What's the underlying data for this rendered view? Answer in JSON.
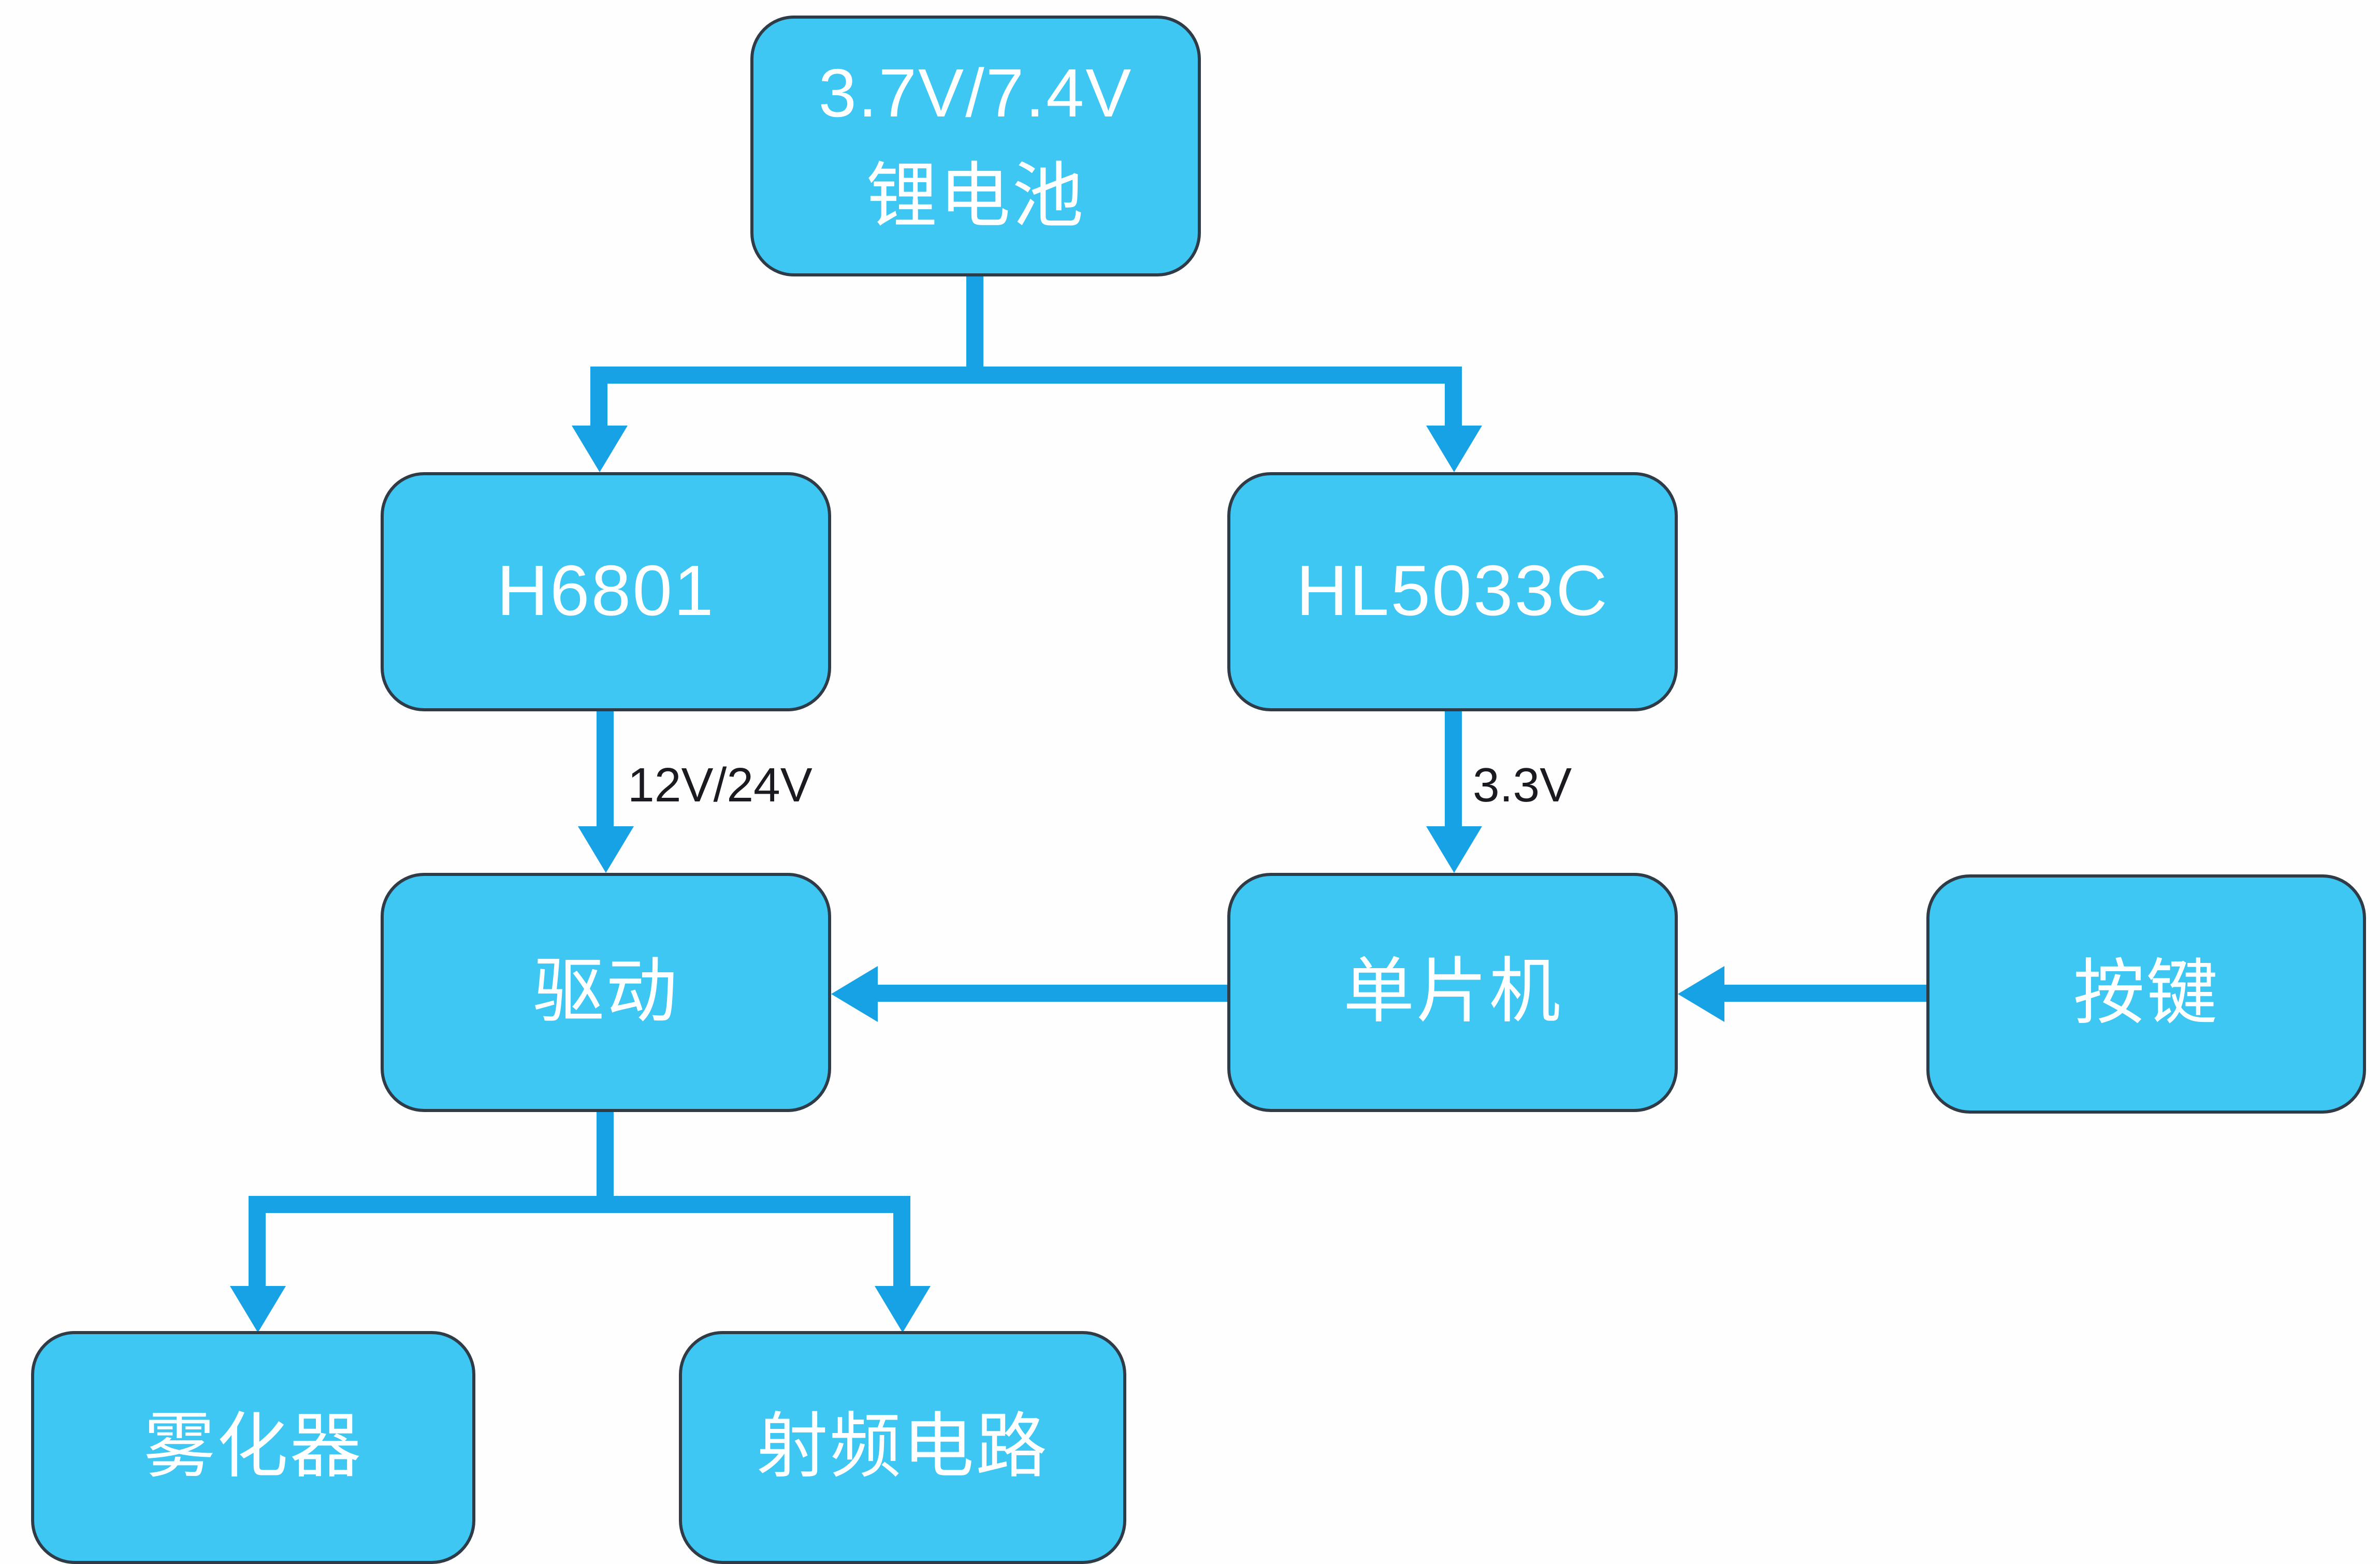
{
  "diagram_type": "block-diagram",
  "nodes": {
    "battery": {
      "line1": "3.7V/7.4V",
      "line2": "锂电池"
    },
    "h6801": {
      "label": "H6801"
    },
    "hl5033c": {
      "label": "HL5033C"
    },
    "drive": {
      "label": "驱动"
    },
    "mcu": {
      "label": "单片机"
    },
    "button": {
      "label": "按键"
    },
    "atomizer": {
      "label": "雾化器"
    },
    "rf": {
      "label": "射频电路"
    }
  },
  "edge_labels": {
    "h6801_to_drive": "12V/24V",
    "hl5033c_to_mcu": "3.3V"
  },
  "edges": [
    "battery -> h6801",
    "battery -> hl5033c",
    "h6801 -> drive (12V/24V)",
    "hl5033c -> mcu (3.3V)",
    "mcu -> drive",
    "button -> mcu",
    "drive -> atomizer",
    "drive -> rf"
  ],
  "colors": {
    "background": "#FEFEFE",
    "node_fill": "#3EC7F2",
    "node_border": "#2F3B46",
    "node_text": "#FFFFFF",
    "arrow": "#17A2E5",
    "edge_label_text": "#1A1A20"
  }
}
